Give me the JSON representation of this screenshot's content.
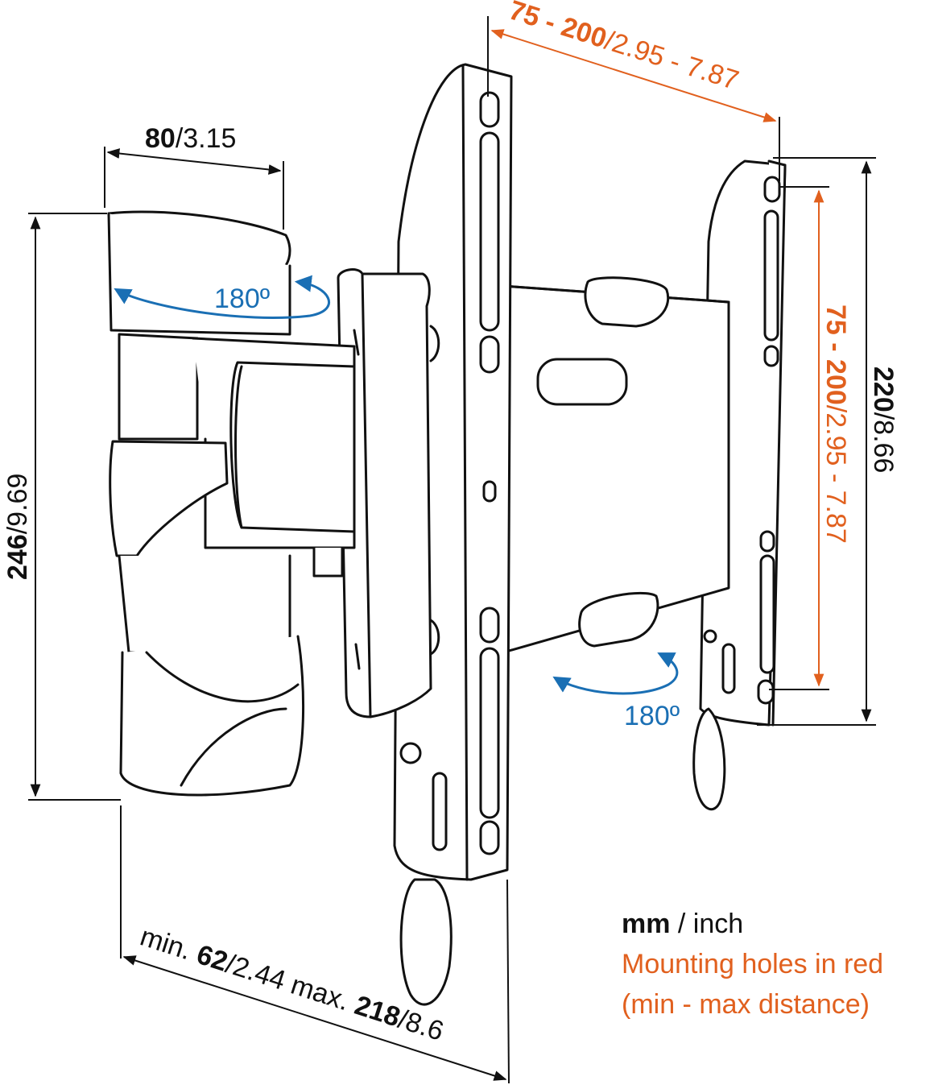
{
  "dimensions": {
    "arm_width": {
      "bold": "80",
      "rest": "/3.15"
    },
    "arm_height": {
      "bold": "246",
      "rest": "/9.69"
    },
    "depth": {
      "prefix": "min. ",
      "min_bold": "62",
      "min_rest": "/2.44",
      "mid": " max. ",
      "max_bold": "218",
      "max_rest": "/8.6"
    },
    "plate_height": {
      "bold": "220",
      "rest": "/8.66"
    },
    "holes_horizontal": {
      "bold": "75 - 200",
      "rest": "/2.95 - 7.87"
    },
    "holes_vertical": {
      "bold": "75 - 200",
      "rest": "/2.95 - 7.87"
    },
    "rotation_top": "180º",
    "rotation_bottom": "180º"
  },
  "legend": {
    "units_bold": "mm",
    "units_rest": " / inch",
    "line2": "Mounting holes in red",
    "line3": "(min - max distance)"
  },
  "colors": {
    "accent": "#e1601e",
    "rotation": "#1a6fb4",
    "line": "#111111"
  }
}
